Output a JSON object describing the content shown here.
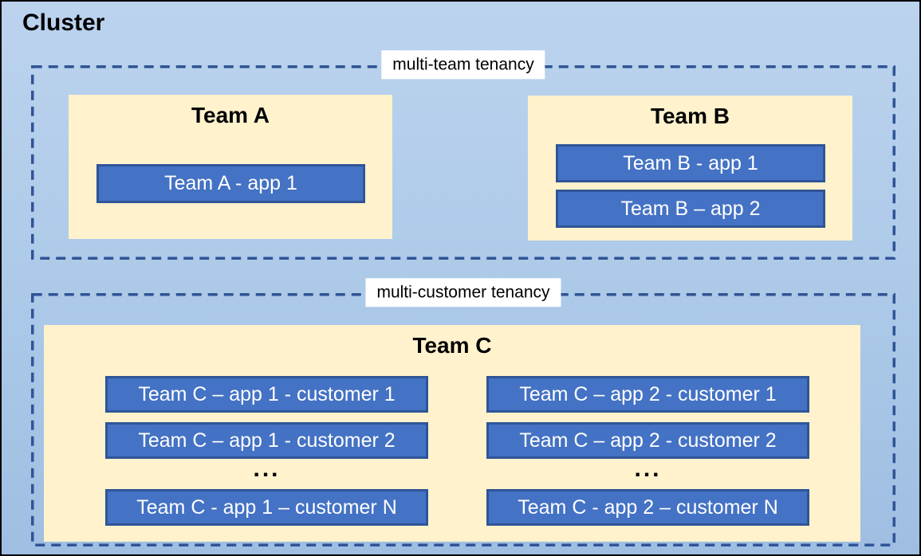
{
  "cluster": {
    "title": "Cluster"
  },
  "zones": [
    {
      "label": "multi-team tenancy",
      "teams": [
        {
          "name": "Team A",
          "apps": [
            "Team A - app 1"
          ]
        },
        {
          "name": "Team B",
          "apps": [
            "Team B - app 1",
            "Team B – app 2"
          ]
        }
      ]
    },
    {
      "label": "multi-customer tenancy",
      "teams": [
        {
          "name": "Team C",
          "columns": [
            {
              "rows": [
                "Team C – app 1 - customer 1",
                "Team C – app 1 - customer 2"
              ],
              "ellipsis": "...",
              "last_row": "Team C - app 1 – customer N"
            },
            {
              "rows": [
                "Team C – app 2 - customer 1",
                "Team C – app 2 - customer 2"
              ],
              "ellipsis": "...",
              "last_row": "Team C - app 2 – customer N"
            }
          ]
        }
      ]
    }
  ],
  "colors": {
    "canvas_blue_top": "#BCD3EE",
    "canvas_blue_bottom": "#9FBEE2",
    "panel_cream": "#FFF2CC",
    "app_fill": "#4472C4",
    "app_border": "#2F5597",
    "dash_border": "#2F5496",
    "label_bg": "#FFFFFF",
    "text_dark": "#000000",
    "text_light": "#FFFFFF"
  }
}
